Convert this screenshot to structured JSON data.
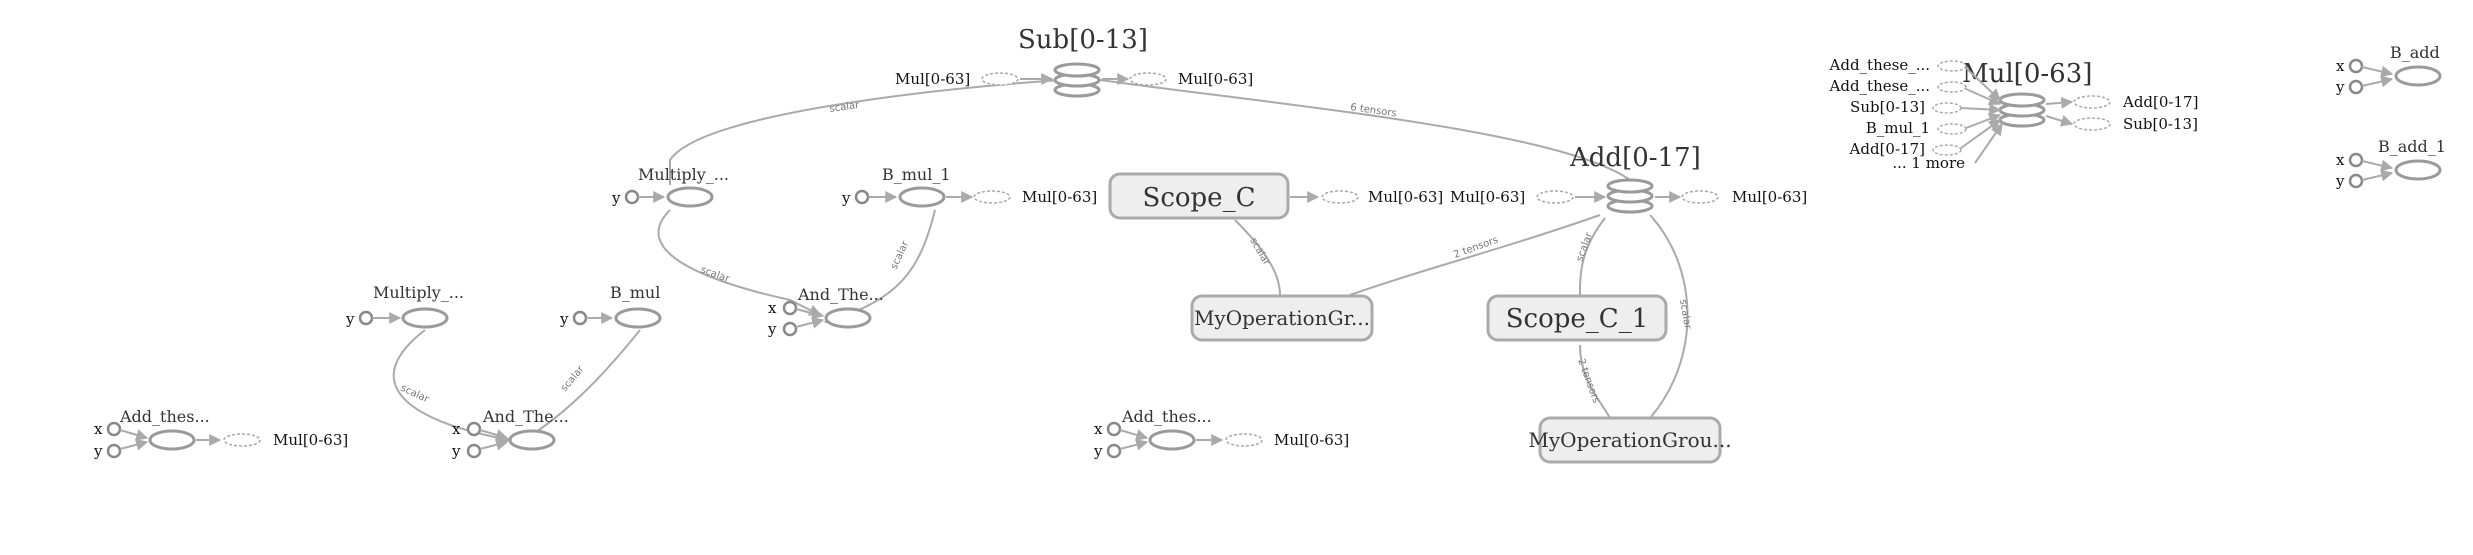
{
  "graph": {
    "series": {
      "sub": "Sub[0-13]",
      "sub_in": "Mul[0-63]",
      "sub_out": "Mul[0-63]",
      "add": "Add[0-17]",
      "add_in": "Mul[0-63]",
      "add_out": "Mul[0-63]",
      "mul": "Mul[0-63]",
      "mul_inputs": [
        "Add_these_...",
        "Add_these_...",
        "Sub[0-13]",
        "B_mul_1",
        "Add[0-17]",
        "... 1 more"
      ],
      "mul_outputs": [
        "Add[0-17]",
        "Sub[0-13]"
      ]
    },
    "ops": {
      "multiply_top": "Multiply_...",
      "b_mul_1": "B_mul_1",
      "b_mul_1_out": "Mul[0-63]",
      "and_the_mid": "And_The...",
      "multiply_low": "Multiply_...",
      "b_mul": "B_mul",
      "add_thes_left": "Add_thes...",
      "add_thes_left_out": "Mul[0-63]",
      "and_the_low": "And_The...",
      "add_thes_center": "Add_thes...",
      "add_thes_center_out": "Mul[0-63]",
      "b_add": "B_add",
      "b_add_1": "B_add_1"
    },
    "groups": {
      "scope_c": "Scope_C",
      "scope_c_out": "Mul[0-63]",
      "my_op_group_1": "MyOperationGr...",
      "scope_c_1": "Scope_C_1",
      "my_op_group_2": "MyOperationGrou..."
    },
    "ports": {
      "x": "x",
      "y": "y"
    },
    "edges": {
      "scalar": "scalar",
      "six_tensors": "6 tensors",
      "two_tensors": "2 tensors"
    }
  }
}
